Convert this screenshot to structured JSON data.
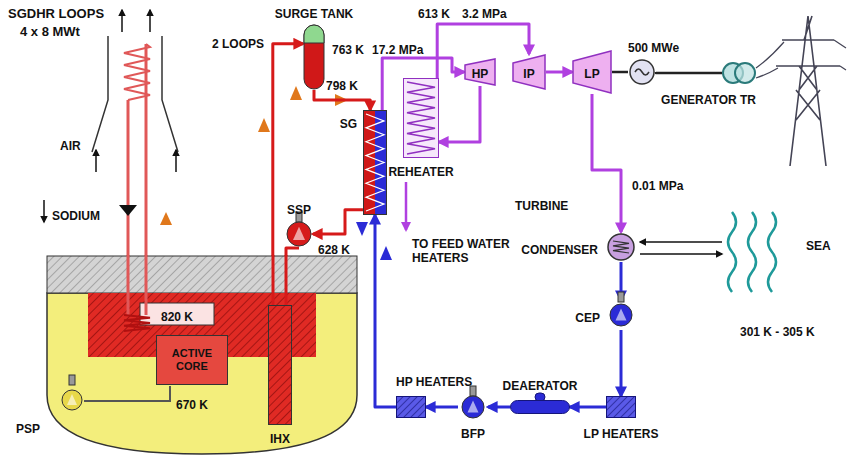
{
  "diagram": {
    "nodes": [
      {
        "text": [
          "820 K",
          "670 K"
        ]
      },
      {
        "text": [
          "ACTIVE CORE"
        ],
        "in": 0
      },
      {
        "text": [
          "IHX"
        ],
        "in": 0
      },
      {
        "text": [
          "PSP"
        ],
        "in": 0
      },
      {
        "text": [
          "SURGE TANK"
        ]
      },
      {
        "text": [
          "SSP"
        ]
      },
      {
        "text": [
          "SG"
        ]
      },
      {
        "text": [
          "REHEATER"
        ]
      },
      {
        "text": [
          "HP"
        ]
      },
      {
        "text": [
          "IP"
        ]
      },
      {
        "text": [
          "LP"
        ]
      },
      {
        "text": [
          "500 MWe"
        ]
      },
      {
        "text": [
          "GENERATOR TR"
        ]
      },
      {
        "text": [
          "CONDENSER"
        ]
      },
      {
        "text": [
          "CEP"
        ]
      },
      {
        "text": [
          "LP HEATERS"
        ]
      },
      {
        "text": [
          "DEAERATOR"
        ]
      },
      {
        "text": [
          "BFP"
        ]
      },
      {
        "text": [
          "HP HEATERS"
        ]
      }
    ],
    "edges": [
      {
        "from": 2,
        "to": 4,
        "arrow": "to"
      },
      {
        "from": 4,
        "to": 6,
        "arrow": "to"
      },
      {
        "from": 6,
        "to": 5,
        "arrow": "to"
      },
      {
        "from": 5,
        "to": 2,
        "arrow": "to"
      },
      {
        "from": 6,
        "to": 8,
        "arrow": "to"
      },
      {
        "from": 8,
        "to": 7,
        "arrow": "to"
      },
      {
        "from": 7,
        "to": 9,
        "arrow": "to"
      },
      {
        "from": 9,
        "to": 10,
        "arrow": "to"
      },
      {
        "from": 10,
        "to": 13,
        "arrow": "to"
      },
      {
        "from": 13,
        "to": 14,
        "arrow": "to"
      },
      {
        "from": 14,
        "to": 15,
        "arrow": "to"
      },
      {
        "from": 15,
        "to": 16,
        "arrow": "to"
      },
      {
        "from": 16,
        "to": 17,
        "arrow": "to"
      },
      {
        "from": 17,
        "to": 18,
        "arrow": "to"
      },
      {
        "from": 18,
        "to": 6,
        "arrow": "to"
      },
      {
        "from": 10,
        "to": 11,
        "arrow": "none"
      },
      {
        "from": 11,
        "to": 12,
        "arrow": "none"
      }
    ],
    "labels": [
      "SGDHR LOOPS",
      "4 x 8 MWt",
      "AIR",
      "SODIUM",
      "2 LOOPS",
      "798 K",
      "763 K",
      "17.2 MPa",
      "613 K",
      "3.2 MPa",
      "628 K",
      "TURBINE",
      "0.01 MPa",
      "TO FEED WATER HEATERS",
      "SEA",
      "301 K - 305 K"
    ]
  }
}
